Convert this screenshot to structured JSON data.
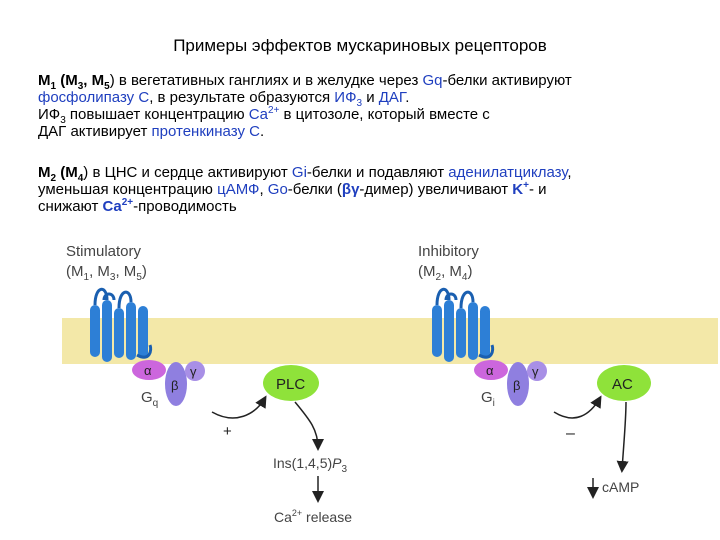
{
  "title": "Примеры эффектов мускариновых рецепторов",
  "para1": {
    "m1": "M",
    "m1_sub": "1",
    "open": "(M",
    "m3_sub": "3",
    "comma": ", M",
    "m5_sub": "5",
    "t1": ") в вегетативных ганглиях и в желудке через ",
    "gq": "Gq",
    "t2": "-белки активируют",
    "plc": "фосфолипазу С",
    "t3": ", в результате образуются ",
    "ip3a": "ИФ",
    "ip3a_sub": "3",
    "t4": " и ",
    "dag1": "ДАГ",
    "t5": ".",
    "ip3b": "ИФ",
    "ip3b_sub": "3",
    "t6": " повышает концентрацию ",
    "ca": "Ca",
    "ca_sup": "2+",
    "t7": " в цитозоле, который вместе с",
    "dag2": "ДАГ",
    "t8": " активирует ",
    "pkc": "протенкиназу С",
    "t9": "."
  },
  "para2": {
    "m2": "M",
    "m2_sub": "2",
    "open": "(M",
    "m4_sub": "4",
    "t1": ") в ЦНС и сердце активируют ",
    "gi": "Gi",
    "t2": "-белки и подавляют ",
    "ac": "аденилатциклазу",
    "t3": ",",
    "t4": "уменьшая концентрацию ",
    "camp": "цАМФ",
    "t5": ", ",
    "go": "Go",
    "t6": "-белки (",
    "bg": "βγ",
    "t7": "-димер) увеличивают ",
    "k": "K",
    "k_sup": "+",
    "t8": "- и",
    "t9": "снижают ",
    "ca": "Ca",
    "ca_sup": "2+",
    "t10": "-проводимость"
  },
  "diagram": {
    "left": {
      "heading": "Stimulatory",
      "sub_open": "(M",
      "s1": "1",
      "c1": ", M",
      "s3": "3",
      "c2": ", M",
      "s5": "5",
      "close": ")",
      "alpha": "α",
      "beta": "β",
      "gamma": "γ",
      "g": "G",
      "g_sub": "q",
      "enzyme": "PLC",
      "sign": "+",
      "prod": "Ins(1,4,5)",
      "prod_p": "P",
      "prod_sub": "3",
      "release_ca": "Ca",
      "release_sup": "2+",
      "release_text": " release"
    },
    "right": {
      "heading": "Inhibitory",
      "sub_open": "(M",
      "s2": "2",
      "c1": ", M",
      "s4": "4",
      "close": ")",
      "alpha": "α",
      "beta": "β",
      "gamma": "γ",
      "g": "G",
      "g_sub": "i",
      "enzyme": "AC",
      "sign": "–",
      "prod": "cAMP"
    },
    "colors": {
      "membrane": "#f3e8a8",
      "receptor": "#2d7fd6",
      "alpha": "#cc66dd",
      "beta": "#8f7fe0",
      "gamma": "#a88fe6",
      "enzyme": "#8fe23a",
      "text_blue": "#1f3fbf"
    }
  }
}
